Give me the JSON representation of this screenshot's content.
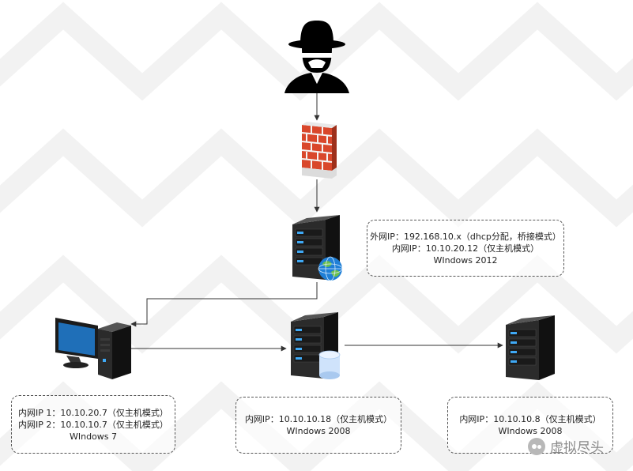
{
  "labels": {
    "gateway": {
      "line1": "外网IP：192.168.10.x（dhcp分配，桥接模式）",
      "line2": "内网IP：10.10.20.12（仅主机模式）",
      "line3": "WIndows 2012"
    },
    "win7": {
      "line1": "内网IP 1：10.10.20.7（仅主机模式）",
      "line2": "内网IP 2：10.10.10.7（仅主机模式）",
      "line3": "WIndows 7"
    },
    "db_server": {
      "line1": "内网IP：10.10.10.18（仅主机模式）",
      "line2": "WIndows 2008"
    },
    "server3": {
      "line1": "内网IP：10.10.10.8（仅主机模式）",
      "line2": "WIndows 2008"
    }
  },
  "watermark": {
    "text": "虚拟尽头"
  },
  "icons": {
    "attacker": "hacker-icon",
    "firewall": "firewall-icon",
    "gateway": "web-server-icon",
    "win7": "workstation-icon",
    "db_server": "database-server-icon",
    "server3": "server-icon"
  },
  "colors": {
    "line": "#333333",
    "server_body": "#2b2b2b",
    "server_led": "#3fa9f5",
    "brick": "#d9472b",
    "monitor_screen": "#1f6fb8"
  }
}
